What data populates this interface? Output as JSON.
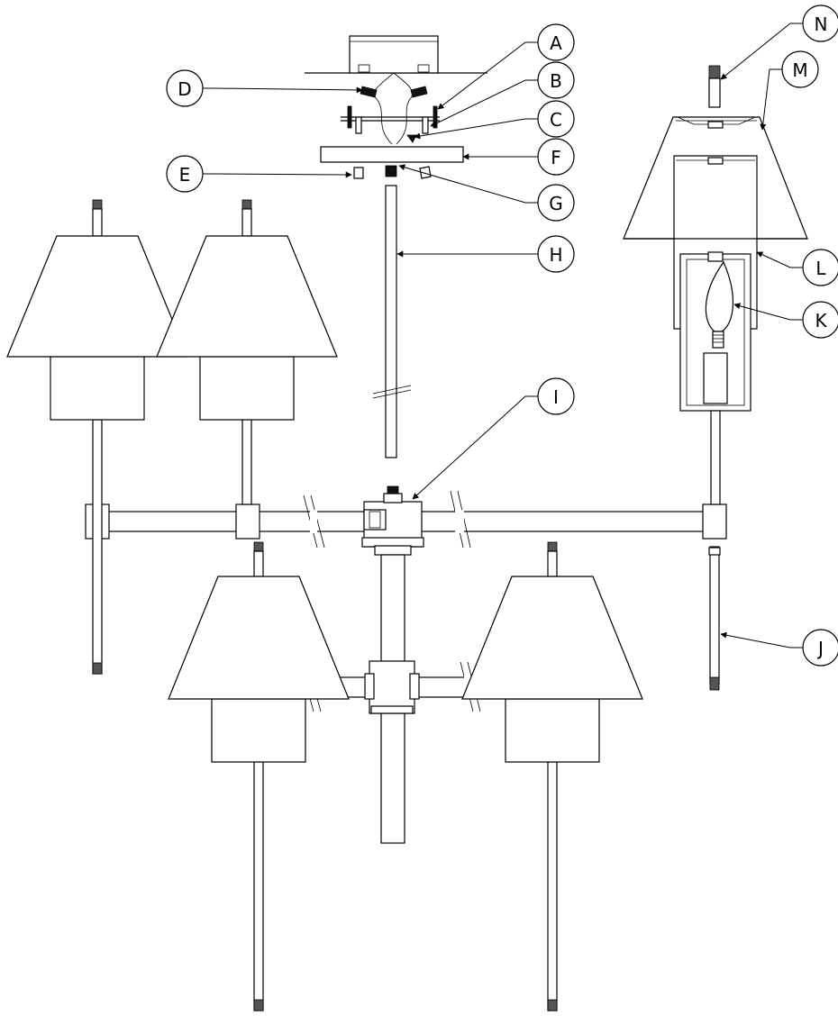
{
  "diagram": {
    "callouts": [
      {
        "id": "A",
        "label": "A"
      },
      {
        "id": "B",
        "label": "B"
      },
      {
        "id": "C",
        "label": "C"
      },
      {
        "id": "D",
        "label": "D"
      },
      {
        "id": "E",
        "label": "E"
      },
      {
        "id": "F",
        "label": "F"
      },
      {
        "id": "G",
        "label": "G"
      },
      {
        "id": "H",
        "label": "H"
      },
      {
        "id": "I",
        "label": "I"
      },
      {
        "id": "J",
        "label": "J"
      },
      {
        "id": "K",
        "label": "K"
      },
      {
        "id": "L",
        "label": "L"
      },
      {
        "id": "M",
        "label": "M"
      },
      {
        "id": "N",
        "label": "N"
      }
    ]
  }
}
